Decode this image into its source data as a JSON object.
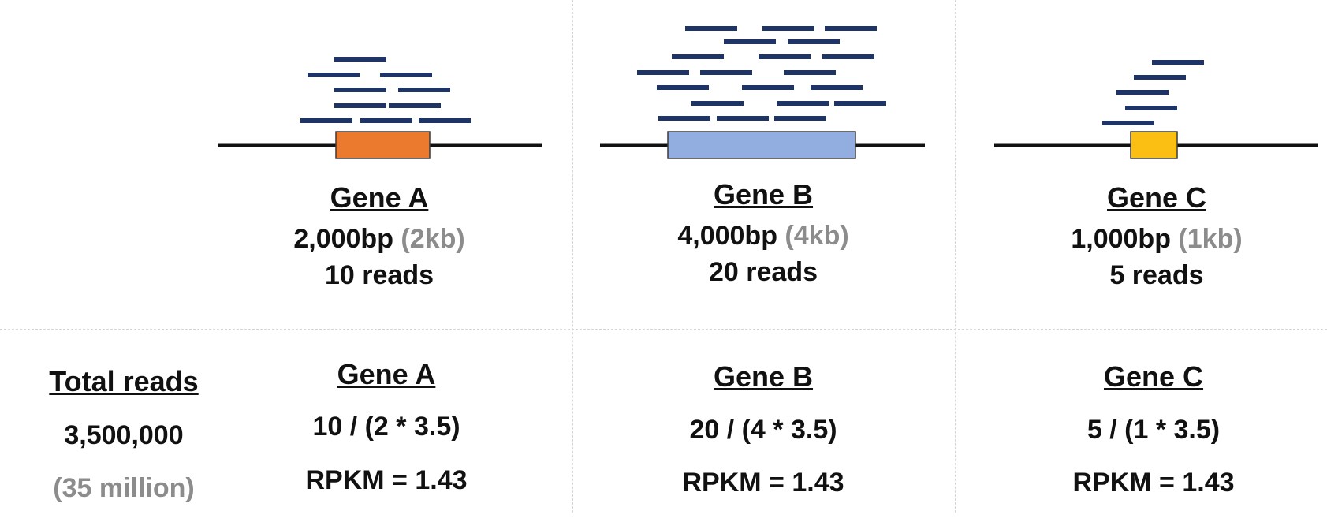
{
  "colors": {
    "read": "#1f3466",
    "backbone": "#111111",
    "divider": "#d6d6d6",
    "muted_text": "#8c8c8c",
    "gene_a": "#ec7a2e",
    "gene_b": "#92aee0",
    "gene_c": "#fbbf14"
  },
  "genes": [
    {
      "name": "Gene A",
      "length": "2,000bp",
      "length_kb": "(2kb)",
      "reads": "10 reads",
      "read_count": 10
    },
    {
      "name": "Gene B",
      "length": "4,000bp",
      "length_kb": "(4kb)",
      "reads": "20 reads",
      "read_count": 20
    },
    {
      "name": "Gene C",
      "length": "1,000bp",
      "length_kb": "(1kb)",
      "reads": "5 reads",
      "read_count": 5
    }
  ],
  "total": {
    "title": "Total reads",
    "value": "3,500,000",
    "value_million": "(35 million)"
  },
  "calculations": [
    {
      "title": "Gene A",
      "formula": "10 / (2 * 3.5)",
      "result": "RPKM = 1.43"
    },
    {
      "title": "Gene B",
      "formula": "20 / (4 * 3.5)",
      "result": "RPKM = 1.43"
    },
    {
      "title": "Gene C",
      "formula": "5 / (1 * 3.5)",
      "result": "RPKM = 1.43"
    }
  ]
}
